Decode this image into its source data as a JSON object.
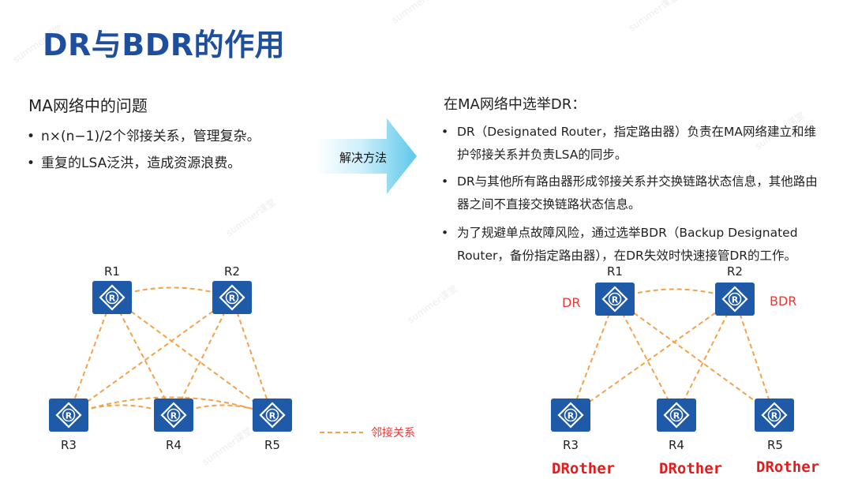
{
  "title": "DR与BDR的作用",
  "left": {
    "heading": "MA网络中的问题",
    "bullets": [
      "n×(n−1)/2个邻接关系，管理复杂。",
      "重复的LSA泛洪，造成资源浪费。"
    ]
  },
  "arrow_label": "解决方法",
  "right": {
    "heading": "在MA网络中选举DR：",
    "bullets": [
      [
        "DR（Designated Router，指定路由器）负责在MA网络建立和维",
        "护邻接关系并负责LSA的同步。"
      ],
      [
        "DR与其他所有路由器形成邻接关系并交换链路状态信息，其他路由",
        "器之间不直接交换链路状态信息。"
      ],
      [
        "为了规避单点故障风险，通过选举BDR（Backup Designated",
        "Router，备份指定路由器），在DR失效时快速接管DR的工作。"
      ]
    ]
  },
  "left_diagram": {
    "routers": [
      "R1",
      "R2",
      "R3",
      "R4",
      "R5"
    ],
    "legend": "邻接关系"
  },
  "right_diagram": {
    "routers": [
      "R1",
      "R2",
      "R3",
      "R4",
      "R5"
    ],
    "role_r1": "DR",
    "role_r2": "BDR",
    "role_others": [
      "DRother",
      "DRother",
      "DRother"
    ]
  },
  "watermark": "summer课堂",
  "colors": {
    "title": "#1e4f9e",
    "router": "#1e5aa8",
    "adjacency": "#f4a24a",
    "role": "#e53935",
    "arrow": "#5bc8ea"
  }
}
